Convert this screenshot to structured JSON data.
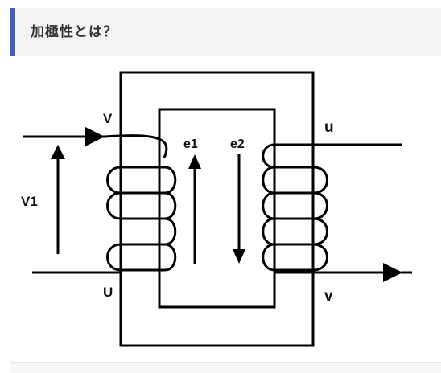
{
  "heading": {
    "title": "加極性とは？"
  },
  "diagram": {
    "labels": {
      "primary_top": "V",
      "primary_bottom": "U",
      "primary_voltage": "V1",
      "secondary_top": "u",
      "secondary_bottom": "v",
      "emf_primary": "e1",
      "emf_secondary": "e2"
    }
  }
}
